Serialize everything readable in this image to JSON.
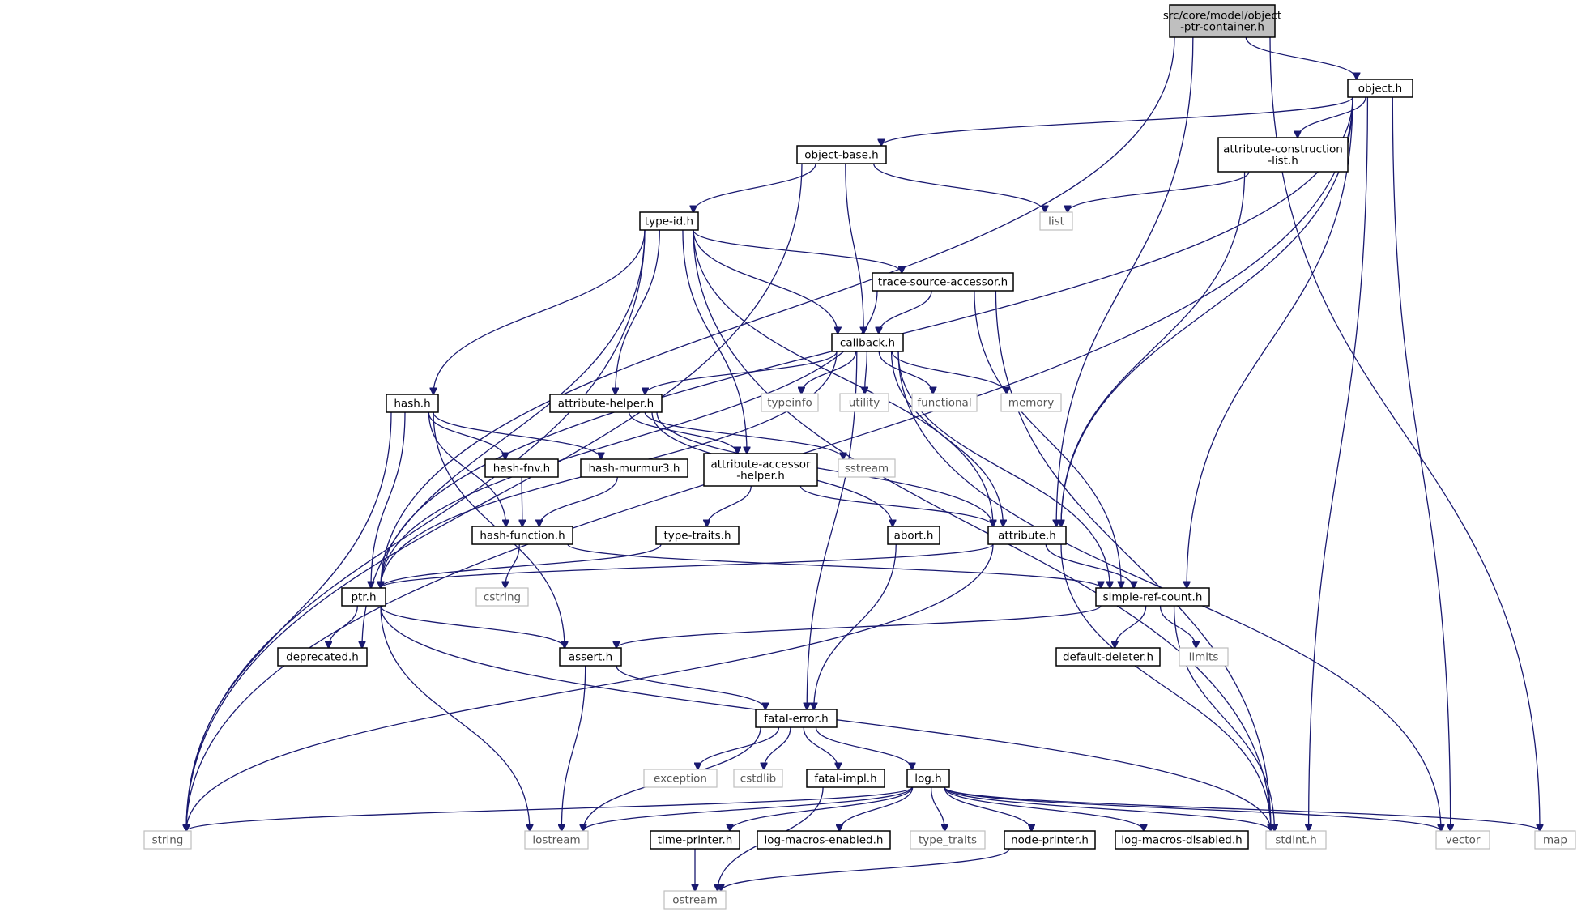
{
  "colors": {
    "edge": "#191970",
    "local_border": "#000000",
    "external_border": "#bfbfbf",
    "root_fill": "#bfbfbf"
  },
  "nodes": [
    {
      "id": "root",
      "lines": [
        "src/core/model/object",
        "-ptr-container.h"
      ],
      "kind": "root"
    },
    {
      "id": "object",
      "lines": [
        "object.h"
      ],
      "kind": "local"
    },
    {
      "id": "object_base",
      "lines": [
        "object-base.h"
      ],
      "kind": "local"
    },
    {
      "id": "attr_constr",
      "lines": [
        "attribute-construction",
        "-list.h"
      ],
      "kind": "local"
    },
    {
      "id": "list",
      "lines": [
        "list"
      ],
      "kind": "external"
    },
    {
      "id": "type_id",
      "lines": [
        "type-id.h"
      ],
      "kind": "local"
    },
    {
      "id": "trace_src",
      "lines": [
        "trace-source-accessor.h"
      ],
      "kind": "local"
    },
    {
      "id": "callback",
      "lines": [
        "callback.h"
      ],
      "kind": "local"
    },
    {
      "id": "hash",
      "lines": [
        "hash.h"
      ],
      "kind": "local"
    },
    {
      "id": "attr_helper",
      "lines": [
        "attribute-helper.h"
      ],
      "kind": "local"
    },
    {
      "id": "typeinfo",
      "lines": [
        "typeinfo"
      ],
      "kind": "external"
    },
    {
      "id": "utility",
      "lines": [
        "utility"
      ],
      "kind": "external"
    },
    {
      "id": "functional",
      "lines": [
        "functional"
      ],
      "kind": "external"
    },
    {
      "id": "memory",
      "lines": [
        "memory"
      ],
      "kind": "external"
    },
    {
      "id": "hash_fnv",
      "lines": [
        "hash-fnv.h"
      ],
      "kind": "local"
    },
    {
      "id": "hash_murmur",
      "lines": [
        "hash-murmur3.h"
      ],
      "kind": "local"
    },
    {
      "id": "attr_accessor",
      "lines": [
        "attribute-accessor",
        "-helper.h"
      ],
      "kind": "local"
    },
    {
      "id": "sstream",
      "lines": [
        "sstream"
      ],
      "kind": "external"
    },
    {
      "id": "hash_function",
      "lines": [
        "hash-function.h"
      ],
      "kind": "local"
    },
    {
      "id": "type_traits_h",
      "lines": [
        "type-traits.h"
      ],
      "kind": "local"
    },
    {
      "id": "abort",
      "lines": [
        "abort.h"
      ],
      "kind": "local"
    },
    {
      "id": "attribute",
      "lines": [
        "attribute.h"
      ],
      "kind": "local"
    },
    {
      "id": "ptr",
      "lines": [
        "ptr.h"
      ],
      "kind": "local"
    },
    {
      "id": "cstring",
      "lines": [
        "cstring"
      ],
      "kind": "external"
    },
    {
      "id": "simple_ref",
      "lines": [
        "simple-ref-count.h"
      ],
      "kind": "local"
    },
    {
      "id": "deprecated",
      "lines": [
        "deprecated.h"
      ],
      "kind": "local"
    },
    {
      "id": "assert",
      "lines": [
        "assert.h"
      ],
      "kind": "local"
    },
    {
      "id": "default_deleter",
      "lines": [
        "default-deleter.h"
      ],
      "kind": "local"
    },
    {
      "id": "limits",
      "lines": [
        "limits"
      ],
      "kind": "external"
    },
    {
      "id": "fatal_error",
      "lines": [
        "fatal-error.h"
      ],
      "kind": "local"
    },
    {
      "id": "exception",
      "lines": [
        "exception"
      ],
      "kind": "external"
    },
    {
      "id": "cstdlib",
      "lines": [
        "cstdlib"
      ],
      "kind": "external"
    },
    {
      "id": "fatal_impl",
      "lines": [
        "fatal-impl.h"
      ],
      "kind": "local"
    },
    {
      "id": "log",
      "lines": [
        "log.h"
      ],
      "kind": "local"
    },
    {
      "id": "string",
      "lines": [
        "string"
      ],
      "kind": "external"
    },
    {
      "id": "iostream",
      "lines": [
        "iostream"
      ],
      "kind": "external"
    },
    {
      "id": "time_printer",
      "lines": [
        "time-printer.h"
      ],
      "kind": "local"
    },
    {
      "id": "log_enabled",
      "lines": [
        "log-macros-enabled.h"
      ],
      "kind": "local"
    },
    {
      "id": "type_traits",
      "lines": [
        "type_traits"
      ],
      "kind": "external"
    },
    {
      "id": "node_printer",
      "lines": [
        "node-printer.h"
      ],
      "kind": "local"
    },
    {
      "id": "log_disabled",
      "lines": [
        "log-macros-disabled.h"
      ],
      "kind": "local"
    },
    {
      "id": "stdint",
      "lines": [
        "stdint.h"
      ],
      "kind": "external"
    },
    {
      "id": "vector",
      "lines": [
        "vector"
      ],
      "kind": "external"
    },
    {
      "id": "map",
      "lines": [
        "map"
      ],
      "kind": "external"
    },
    {
      "id": "ostream",
      "lines": [
        "ostream"
      ],
      "kind": "external"
    }
  ],
  "edges": [
    [
      "root",
      "object"
    ],
    [
      "root",
      "attribute"
    ],
    [
      "root",
      "ptr"
    ],
    [
      "root",
      "map"
    ],
    [
      "object",
      "object_base"
    ],
    [
      "object",
      "attr_constr"
    ],
    [
      "object",
      "attribute"
    ],
    [
      "object",
      "simple_ref"
    ],
    [
      "object",
      "ptr"
    ],
    [
      "object",
      "string"
    ],
    [
      "object",
      "stdint"
    ],
    [
      "object",
      "vector"
    ],
    [
      "object_base",
      "type_id"
    ],
    [
      "object_base",
      "callback"
    ],
    [
      "object_base",
      "list"
    ],
    [
      "object_base",
      "string"
    ],
    [
      "attr_constr",
      "list"
    ],
    [
      "attr_constr",
      "attribute"
    ],
    [
      "type_id",
      "trace_src"
    ],
    [
      "type_id",
      "callback"
    ],
    [
      "type_id",
      "hash"
    ],
    [
      "type_id",
      "attr_helper"
    ],
    [
      "type_id",
      "attr_accessor"
    ],
    [
      "type_id",
      "attribute"
    ],
    [
      "type_id",
      "deprecated"
    ],
    [
      "type_id",
      "string"
    ],
    [
      "type_id",
      "stdint"
    ],
    [
      "trace_src",
      "callback"
    ],
    [
      "trace_src",
      "ptr"
    ],
    [
      "trace_src",
      "simple_ref"
    ],
    [
      "trace_src",
      "stdint"
    ],
    [
      "callback",
      "attr_helper"
    ],
    [
      "callback",
      "typeinfo"
    ],
    [
      "callback",
      "utility"
    ],
    [
      "callback",
      "functional"
    ],
    [
      "callback",
      "memory"
    ],
    [
      "callback",
      "ptr"
    ],
    [
      "callback",
      "attribute"
    ],
    [
      "callback",
      "simple_ref"
    ],
    [
      "callback",
      "fatal_error"
    ],
    [
      "callback",
      "vector"
    ],
    [
      "hash",
      "hash_fnv"
    ],
    [
      "hash",
      "hash_murmur"
    ],
    [
      "hash",
      "hash_function"
    ],
    [
      "hash",
      "ptr"
    ],
    [
      "hash",
      "assert"
    ],
    [
      "hash",
      "string"
    ],
    [
      "attr_helper",
      "attr_accessor"
    ],
    [
      "attr_helper",
      "attribute"
    ],
    [
      "attr_helper",
      "abort"
    ],
    [
      "attr_helper",
      "sstream"
    ],
    [
      "hash_fnv",
      "hash_function"
    ],
    [
      "hash_murmur",
      "hash_function"
    ],
    [
      "attr_accessor",
      "type_traits_h"
    ],
    [
      "attr_accessor",
      "attribute"
    ],
    [
      "hash_function",
      "cstring"
    ],
    [
      "hash_function",
      "simple_ref"
    ],
    [
      "type_traits_h",
      "ptr"
    ],
    [
      "abort",
      "fatal_error"
    ],
    [
      "attribute",
      "ptr"
    ],
    [
      "attribute",
      "simple_ref"
    ],
    [
      "attribute",
      "string"
    ],
    [
      "attribute",
      "stdint"
    ],
    [
      "ptr",
      "deprecated"
    ],
    [
      "ptr",
      "assert"
    ],
    [
      "ptr",
      "iostream"
    ],
    [
      "ptr",
      "stdint"
    ],
    [
      "simple_ref",
      "default_deleter"
    ],
    [
      "simple_ref",
      "limits"
    ],
    [
      "simple_ref",
      "assert"
    ],
    [
      "simple_ref",
      "stdint"
    ],
    [
      "assert",
      "fatal_error"
    ],
    [
      "assert",
      "iostream"
    ],
    [
      "fatal_error",
      "exception"
    ],
    [
      "fatal_error",
      "cstdlib"
    ],
    [
      "fatal_error",
      "fatal_impl"
    ],
    [
      "fatal_error",
      "log"
    ],
    [
      "fatal_error",
      "iostream"
    ],
    [
      "fatal_impl",
      "ostream"
    ],
    [
      "log",
      "string"
    ],
    [
      "log",
      "iostream"
    ],
    [
      "log",
      "time_printer"
    ],
    [
      "log",
      "log_enabled"
    ],
    [
      "log",
      "type_traits"
    ],
    [
      "log",
      "node_printer"
    ],
    [
      "log",
      "log_disabled"
    ],
    [
      "log",
      "stdint"
    ],
    [
      "log",
      "vector"
    ],
    [
      "log",
      "map"
    ],
    [
      "time_printer",
      "ostream"
    ],
    [
      "node_printer",
      "ostream"
    ]
  ]
}
